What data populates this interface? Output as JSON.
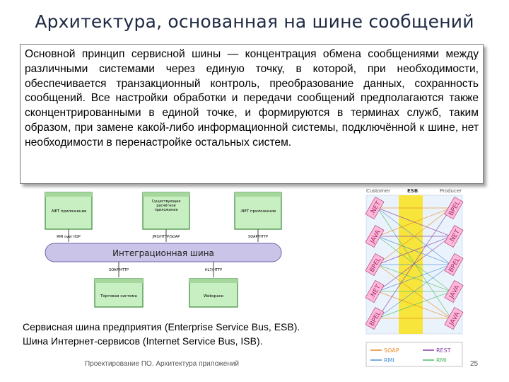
{
  "slide": {
    "title": "Архитектура, основанная на шине сообщений",
    "body": "Основной принцип сервисной шины — концентрация обмена сообщениями между различными системами через единую точку, в которой, при необходимости, обеспечивается транзакционный контроль, преобразование данных, сохранность сообщений. Все настройки обработки и передачи сообщений предполагаются также сконцентрированными в единой точке, и формируются в терминах служб, таким образом, при замене какой-либо информационной системы, подключённой к шине, нет необходимости в перенастройке остальных систем.",
    "caption_line1": "Сервисная шина предприятия (Enterprise Service Bus, ESB).",
    "caption_line2": "Шина Интернет-сервисов (Internet Service Bus, ISB).",
    "footer": "Проектирование ПО. Архитектура приложений",
    "page_number": "25"
  },
  "left_diagram": {
    "bus_label": "Интеграционная шина",
    "top_nodes": [
      ".NET приложение",
      "Существующее расчётное приложение",
      ".NET приложение"
    ],
    "top_protocols": [
      "RMI over IIOP",
      "JMS/HTTP/SOAP",
      "SOAP/HTTP"
    ],
    "bottom_protocols": [
      "SOAP/HTTP",
      "HL7/HTTP"
    ],
    "bottom_nodes": [
      "Торговая система",
      "Webspace"
    ]
  },
  "right_diagram": {
    "header_left": "Customer",
    "header_center": "ESB",
    "header_right": "Producer",
    "left_tags": [
      ".NET",
      "JAVA",
      "BPEL",
      ".NET",
      "BPEL"
    ],
    "right_tags": [
      "BPEL",
      ".NET",
      "BPEL",
      "JAVA",
      "JAVA"
    ],
    "legend": [
      "SOAP",
      "REST",
      "RMI",
      "RMI"
    ],
    "colors": {
      "esb_bar": "#f7e53b",
      "soap": "#e98b26",
      "rest": "#8a3aa8",
      "rmi": "#4a8fd6",
      "rmi2": "#4dbb63",
      "tag_bg": "#ffb8d9",
      "tag_text": "#a0306a"
    }
  }
}
